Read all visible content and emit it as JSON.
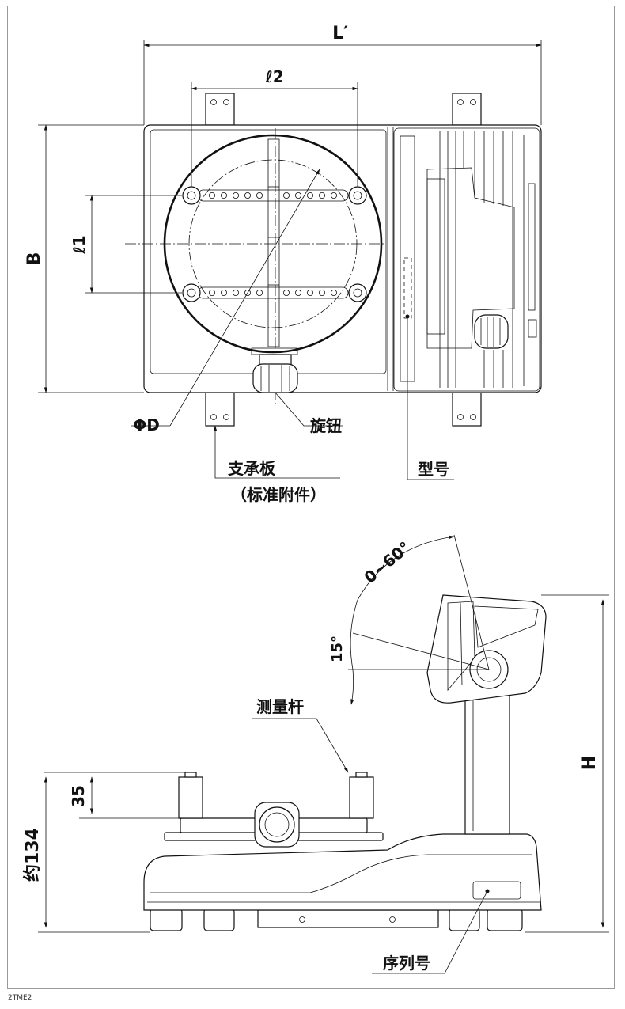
{
  "top_view": {
    "dim_total_length": "L′",
    "dim_hole_pitch_x": "ℓ2",
    "dim_width": "B",
    "dim_hole_pitch_y": "ℓ1",
    "dim_diameter": "ΦD",
    "knob": "旋钮",
    "support_plate": "支承板",
    "support_plate_note": "（标准附件）",
    "model_label": "型号"
  },
  "side_view": {
    "angle_range": "0~60°",
    "angle_small": "15°",
    "measuring_rod": "测量杆",
    "dim_rod_height": "35",
    "dim_base_height": "约134",
    "dim_total_height": "H",
    "serial_label": "序列号"
  },
  "drawing_code": "2TME2"
}
